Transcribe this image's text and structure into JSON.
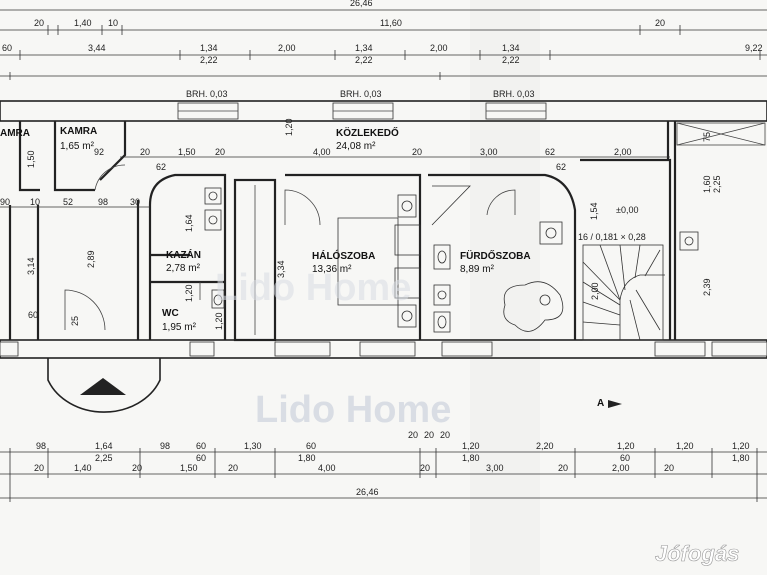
{
  "watermark": "Lido Home",
  "site_logo": "Jófogás",
  "north_label": "A",
  "elevation": "±0,00",
  "stair_spec": "16 / 0,181 × 0,28",
  "rooms": {
    "kamra_left": {
      "name": "AMRA"
    },
    "kamra": {
      "name": "KAMRA",
      "area": "1,65 m²"
    },
    "kozlekedo": {
      "name": "KÖZLEKEDŐ",
      "area": "24,08 m²"
    },
    "kazan": {
      "name": "KAZÁN",
      "area": "2,78 m²"
    },
    "wc": {
      "name": "WC",
      "area": "1,95 m²"
    },
    "haloszoba": {
      "name": "HÁLÓSZOBA",
      "area": "13,36 m²"
    },
    "furdoszoba": {
      "name": "FÜRDŐSZOBA",
      "area": "8,89 m²"
    }
  },
  "brh": [
    "BRH. 0,03",
    "BRH. 0,03",
    "BRH. 0,03"
  ],
  "top_dims": {
    "overall": "26,46",
    "row2": [
      "20",
      "1,40",
      "10",
      "11,60",
      "20"
    ],
    "row3_upper": [
      "60",
      "3,44",
      "1,34",
      "2,00",
      "1,34",
      "2,00",
      "1,34",
      "9,22"
    ],
    "row3_lower": [
      "2,22",
      "2,22",
      "2,22"
    ]
  },
  "interior_dims": {
    "row_a": [
      "92",
      "20",
      "1,50",
      "20",
      "4,00",
      "20",
      "3,00",
      "62",
      "2,00"
    ],
    "row_a2": [
      "62",
      "62"
    ],
    "row_b": [
      "90",
      "10",
      "52",
      "98",
      "30"
    ],
    "vertical": [
      "1,50",
      "1,20",
      "2,89",
      "3,14",
      "1,64",
      "3,34",
      "1,54",
      "1,60",
      "2,25",
      "2,39",
      "75",
      "60",
      "25",
      "1,20",
      "1,20",
      "2,00"
    ]
  },
  "bottom_dims": {
    "row1_upper": [
      "98",
      "1,64",
      "98",
      "60",
      "1,30",
      "60",
      "20",
      "20",
      "20",
      "1,20",
      "2,20",
      "1,20",
      "1,20",
      "1,20"
    ],
    "row1_lower": [
      "2,25",
      "60",
      "1,80",
      "1,80",
      "60",
      "1,80"
    ],
    "row2": [
      "20",
      "1,40",
      "20",
      "1,50",
      "20",
      "4,00",
      "20",
      "3,00",
      "20",
      "2,00",
      "20"
    ],
    "overall": "26,46"
  }
}
